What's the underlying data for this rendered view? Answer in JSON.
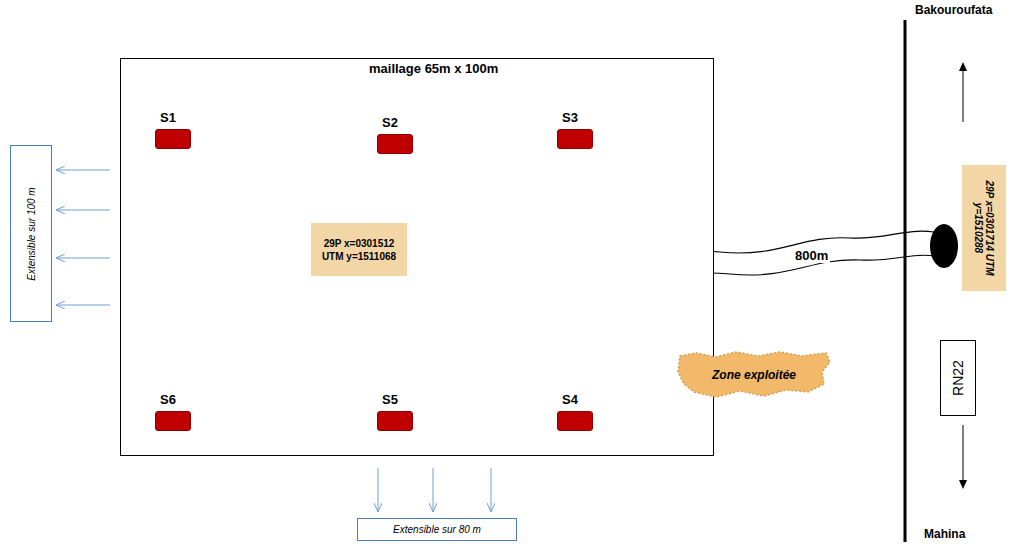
{
  "diagram": {
    "nodes": [
      {
        "text": [
          "maillage 65m x 100m"
        ]
      },
      {
        "text": [
          "S1"
        ],
        "in": 0
      },
      {
        "text": [
          "S2"
        ],
        "in": 0
      },
      {
        "text": [
          "S3"
        ],
        "in": 0
      },
      {
        "text": [
          "29P x=0301512 UTM y=1511068"
        ],
        "in": 0
      },
      {
        "text": [
          "S6"
        ],
        "in": 0
      },
      {
        "text": [
          "S5"
        ],
        "in": 0
      },
      {
        "text": [
          "S4"
        ],
        "in": 0
      },
      {
        "text": [
          "Extensible sur 100 m"
        ]
      },
      {
        "text": [
          "Zone exploitée"
        ]
      },
      {
        "text": [
          "29P x=0301714 UTM y=1510288"
        ]
      },
      {
        "text": [
          "RN22"
        ]
      },
      {
        "text": [
          "Extensible sur 80 m"
        ]
      }
    ],
    "edges": [
      {
        "from": 0,
        "to": 8,
        "arrow": "to"
      },
      {
        "from": 0,
        "to": 8,
        "arrow": "to"
      },
      {
        "from": 0,
        "to": 8,
        "arrow": "to"
      },
      {
        "from": 0,
        "to": 8,
        "arrow": "to"
      },
      {
        "from": 0,
        "to": 12,
        "arrow": "to"
      },
      {
        "from": 0,
        "to": 12,
        "arrow": "to"
      },
      {
        "from": 0,
        "to": 12,
        "arrow": "to"
      }
    ],
    "labels": [
      "Bakouroufata",
      "800m",
      "Mahina"
    ]
  }
}
